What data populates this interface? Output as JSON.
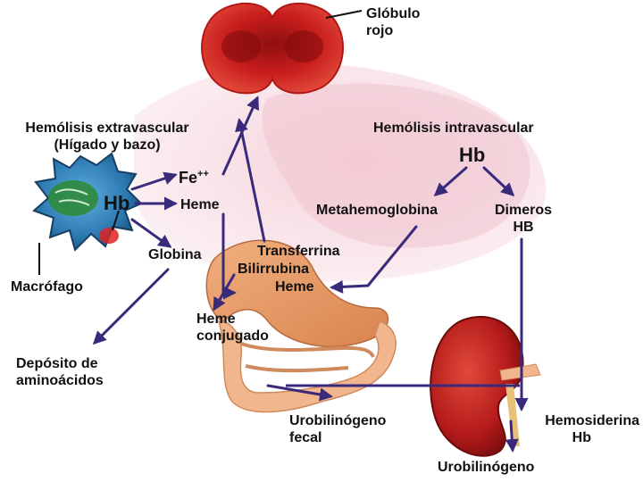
{
  "labels": {
    "globulo_rojo_1": "Glóbulo",
    "globulo_rojo_2": "rojo",
    "hemolisis_extra_1": "Hemólisis extravascular",
    "hemolisis_extra_2": "(Hígado y bazo)",
    "hemolisis_intra": "Hemólisis intravascular",
    "hb_macrofago": "Hb",
    "hb_intra": "Hb",
    "fe": "Fe",
    "fe_charge": "++",
    "heme": "Heme",
    "globina": "Globina",
    "macrofago": "Macrófago",
    "metahemoglobina": "Metahemoglobina",
    "dimeros_1": "Dimeros",
    "dimeros_2": "HB",
    "transferrina": "Transferrina",
    "bilirrubina": "Bilirrubina",
    "heme_center": "Heme",
    "heme_conjugado_1": "Heme",
    "heme_conjugado_2": "conjugado",
    "deposito_1": "Depósito de",
    "deposito_2": "aminoácidos",
    "urobilinogeno_fecal_1": "Urobilinógeno",
    "urobilinogeno_fecal_2": "fecal",
    "hemosiderina_1": "Hemosiderina",
    "hemosiderina_2": "Hb",
    "urobilinogeno": "Urobilinógeno"
  },
  "colors": {
    "arrow": "#3a2a7c",
    "red_cell": "#cc1f1f",
    "liver_pink": "#f7dde4",
    "stomach": "#e79a6a",
    "intestine": "#f1b48c",
    "kidney": "#b71c1c",
    "macrophage": "#2b7fb8",
    "text": "#111111"
  }
}
